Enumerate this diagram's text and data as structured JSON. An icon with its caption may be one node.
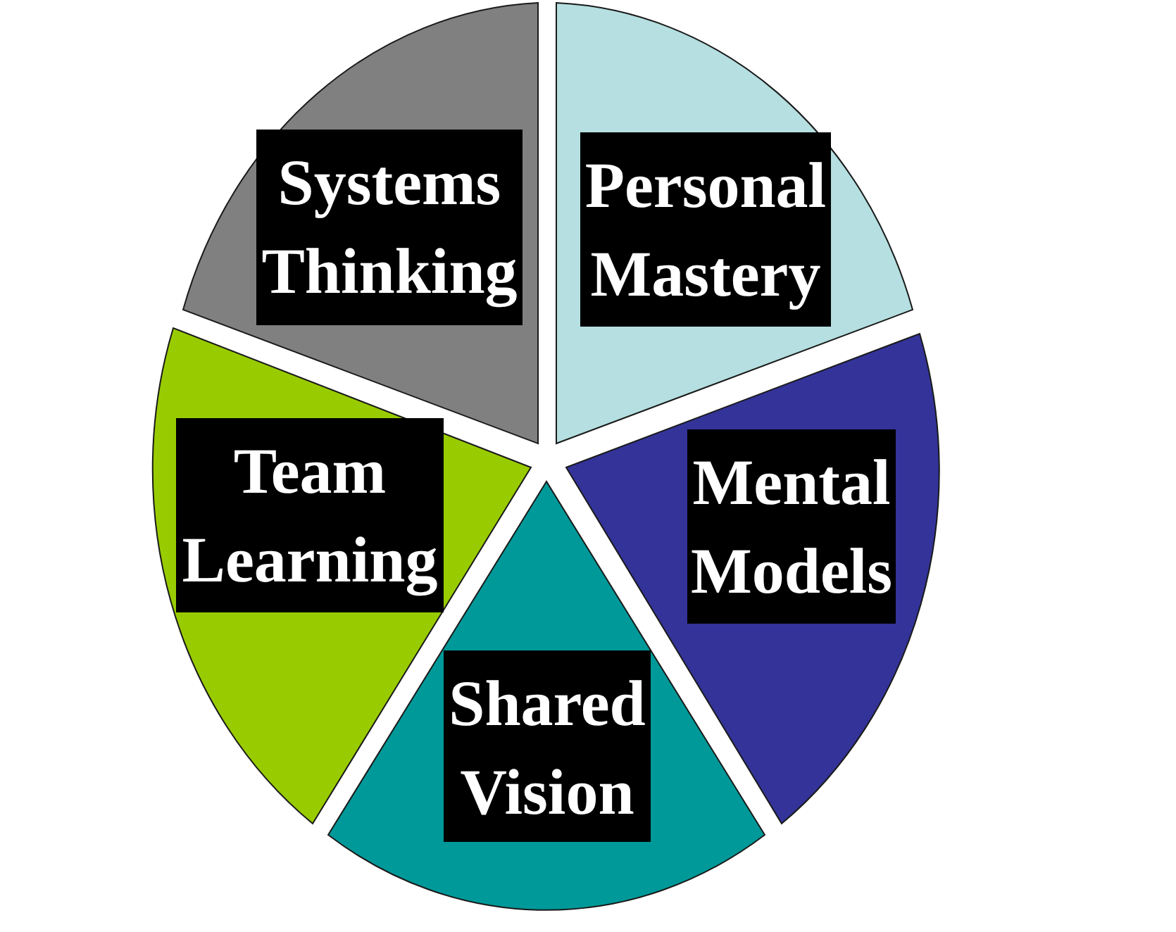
{
  "diagram": {
    "nodes": [
      {
        "text": [
          "Systems Thinking"
        ]
      },
      {
        "text": [
          "Personal Mastery"
        ]
      },
      {
        "text": [
          "Team Learning"
        ]
      },
      {
        "text": [
          "Mental Models"
        ]
      },
      {
        "text": [
          "Shared Vision"
        ]
      }
    ]
  }
}
